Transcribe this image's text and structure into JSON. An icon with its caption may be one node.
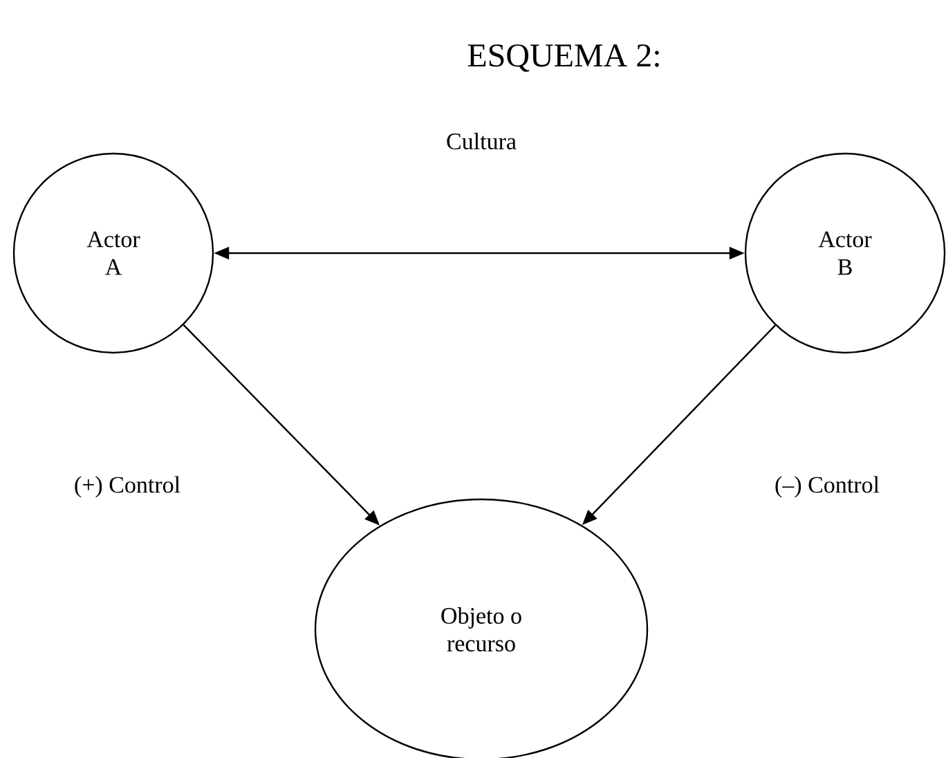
{
  "diagram": {
    "title": "ESQUEMA 2:",
    "nodes": [
      {
        "text": [
          "Actor A"
        ]
      },
      {
        "text": [
          "Actor B"
        ]
      },
      {
        "text": [
          "Objeto o recurso"
        ]
      }
    ],
    "edges": [
      {
        "from": 0,
        "to": 1,
        "arrow": "both",
        "label": "Cultura"
      },
      {
        "from": 0,
        "to": 2,
        "arrow": "to",
        "label": "(+) Control"
      },
      {
        "from": 1,
        "to": 2,
        "arrow": "to",
        "label": "(–) Control"
      }
    ]
  }
}
